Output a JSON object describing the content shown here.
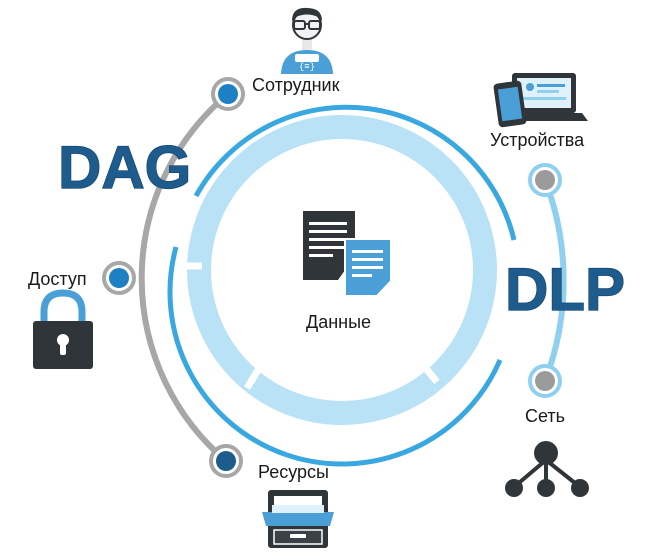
{
  "labels": {
    "left_system": "DAG",
    "right_system": "DLP",
    "employee": "Сотрудник",
    "devices": "Устройства",
    "access": "Доступ",
    "data": "Данные",
    "network": "Сеть",
    "resources": "Ресурсы"
  },
  "icons": {
    "employee": "developer-person-icon",
    "devices": "laptop-phone-icon",
    "access": "padlock-icon",
    "data": "documents-icon",
    "network": "network-tree-icon",
    "resources": "filing-cabinet-icon"
  },
  "colors": {
    "dag_text": "#1e5c8e",
    "arc_grey": "#a7a7a7",
    "arc_light_blue": "#8fd0f0",
    "ring_outer_blue": "#3aa8e0",
    "ring_inner_light": "#b9e2f7",
    "node_blue": "#1d80c3",
    "node_dark_blue": "#1b5c8c",
    "node_grey": "#9b9b9b",
    "icon_dark": "#2f3539"
  }
}
